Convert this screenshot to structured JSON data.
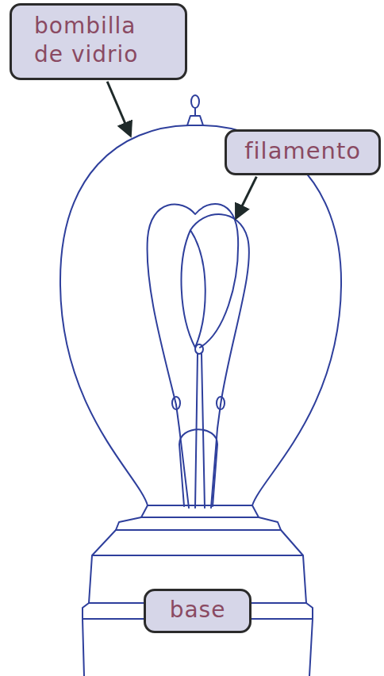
{
  "diagram": {
    "nodes": [
      {
        "text": [
          "bombilla de vidrio"
        ]
      },
      {
        "text": [
          "filamento"
        ]
      },
      {
        "text": [
          "base"
        ]
      }
    ],
    "edges": []
  }
}
